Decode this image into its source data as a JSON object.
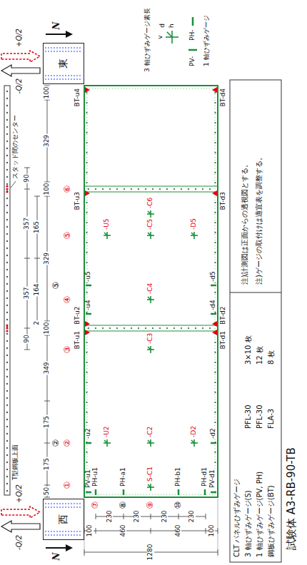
{
  "diagram": {
    "caption": "試験体 A3-RB-90-TB",
    "nodes": [
      {
        "text": [
          "西"
        ]
      },
      {
        "text": [
          "東"
        ]
      }
    ],
    "labels": [
      "-Q/2",
      "+Q/2",
      "-Q/2",
      "+Q/2",
      "N",
      "N",
      "T型鋼板上面",
      "スタッド間のセンター",
      "90",
      "357",
      "357",
      "90",
      "2",
      "164",
      "165",
      "50",
      "175",
      "175",
      "349",
      "100",
      "329",
      "100",
      "329",
      "100",
      "②",
      "⑤",
      "①",
      "②",
      "③",
      "④",
      "⑤",
      "⑥",
      "BT-u1",
      "BT-u2",
      "BT-u3",
      "BT-u4",
      "BT-d1",
      "BT-d2",
      "BT-d3",
      "BT-d4",
      "⑦",
      "⑧",
      "⑨",
      "⑩",
      "100",
      "460",
      "460",
      "100",
      "230",
      "230",
      "230",
      "230",
      "1280",
      "PV-u1",
      "PH-u1",
      "PH-a1",
      "S-C1",
      "PH-b1",
      "PH-d1",
      "PV-d1",
      "-u2",
      "-U2",
      "-C2",
      "-D2",
      "-d2",
      "-C3",
      "-u4",
      "-u5",
      "-C4",
      "-d4",
      "-d5",
      "-U5",
      "-C5",
      "-D5",
      "-C6",
      "v",
      "d",
      "h",
      "PV-",
      "PH-",
      "CLT パネルひずみゲージ",
      "3 軸ひずみゲージ(S)",
      "PFL-30",
      "3×10 枚",
      "1 軸ひずみゲージ(PV, PH)",
      "PFL-30",
      "12 枚",
      "鋼板ひずみゲージ(BT)",
      "FLA-3",
      "8 枚",
      "注)計測図は正面からの透視図とする。",
      "注)ゲージの取付けは適宜表を調整する。"
    ],
    "legend": [
      {
        "text": "3 軸ひずみゲージ素長"
      },
      {
        "text": "1 軸ひずみゲージ"
      }
    ]
  }
}
